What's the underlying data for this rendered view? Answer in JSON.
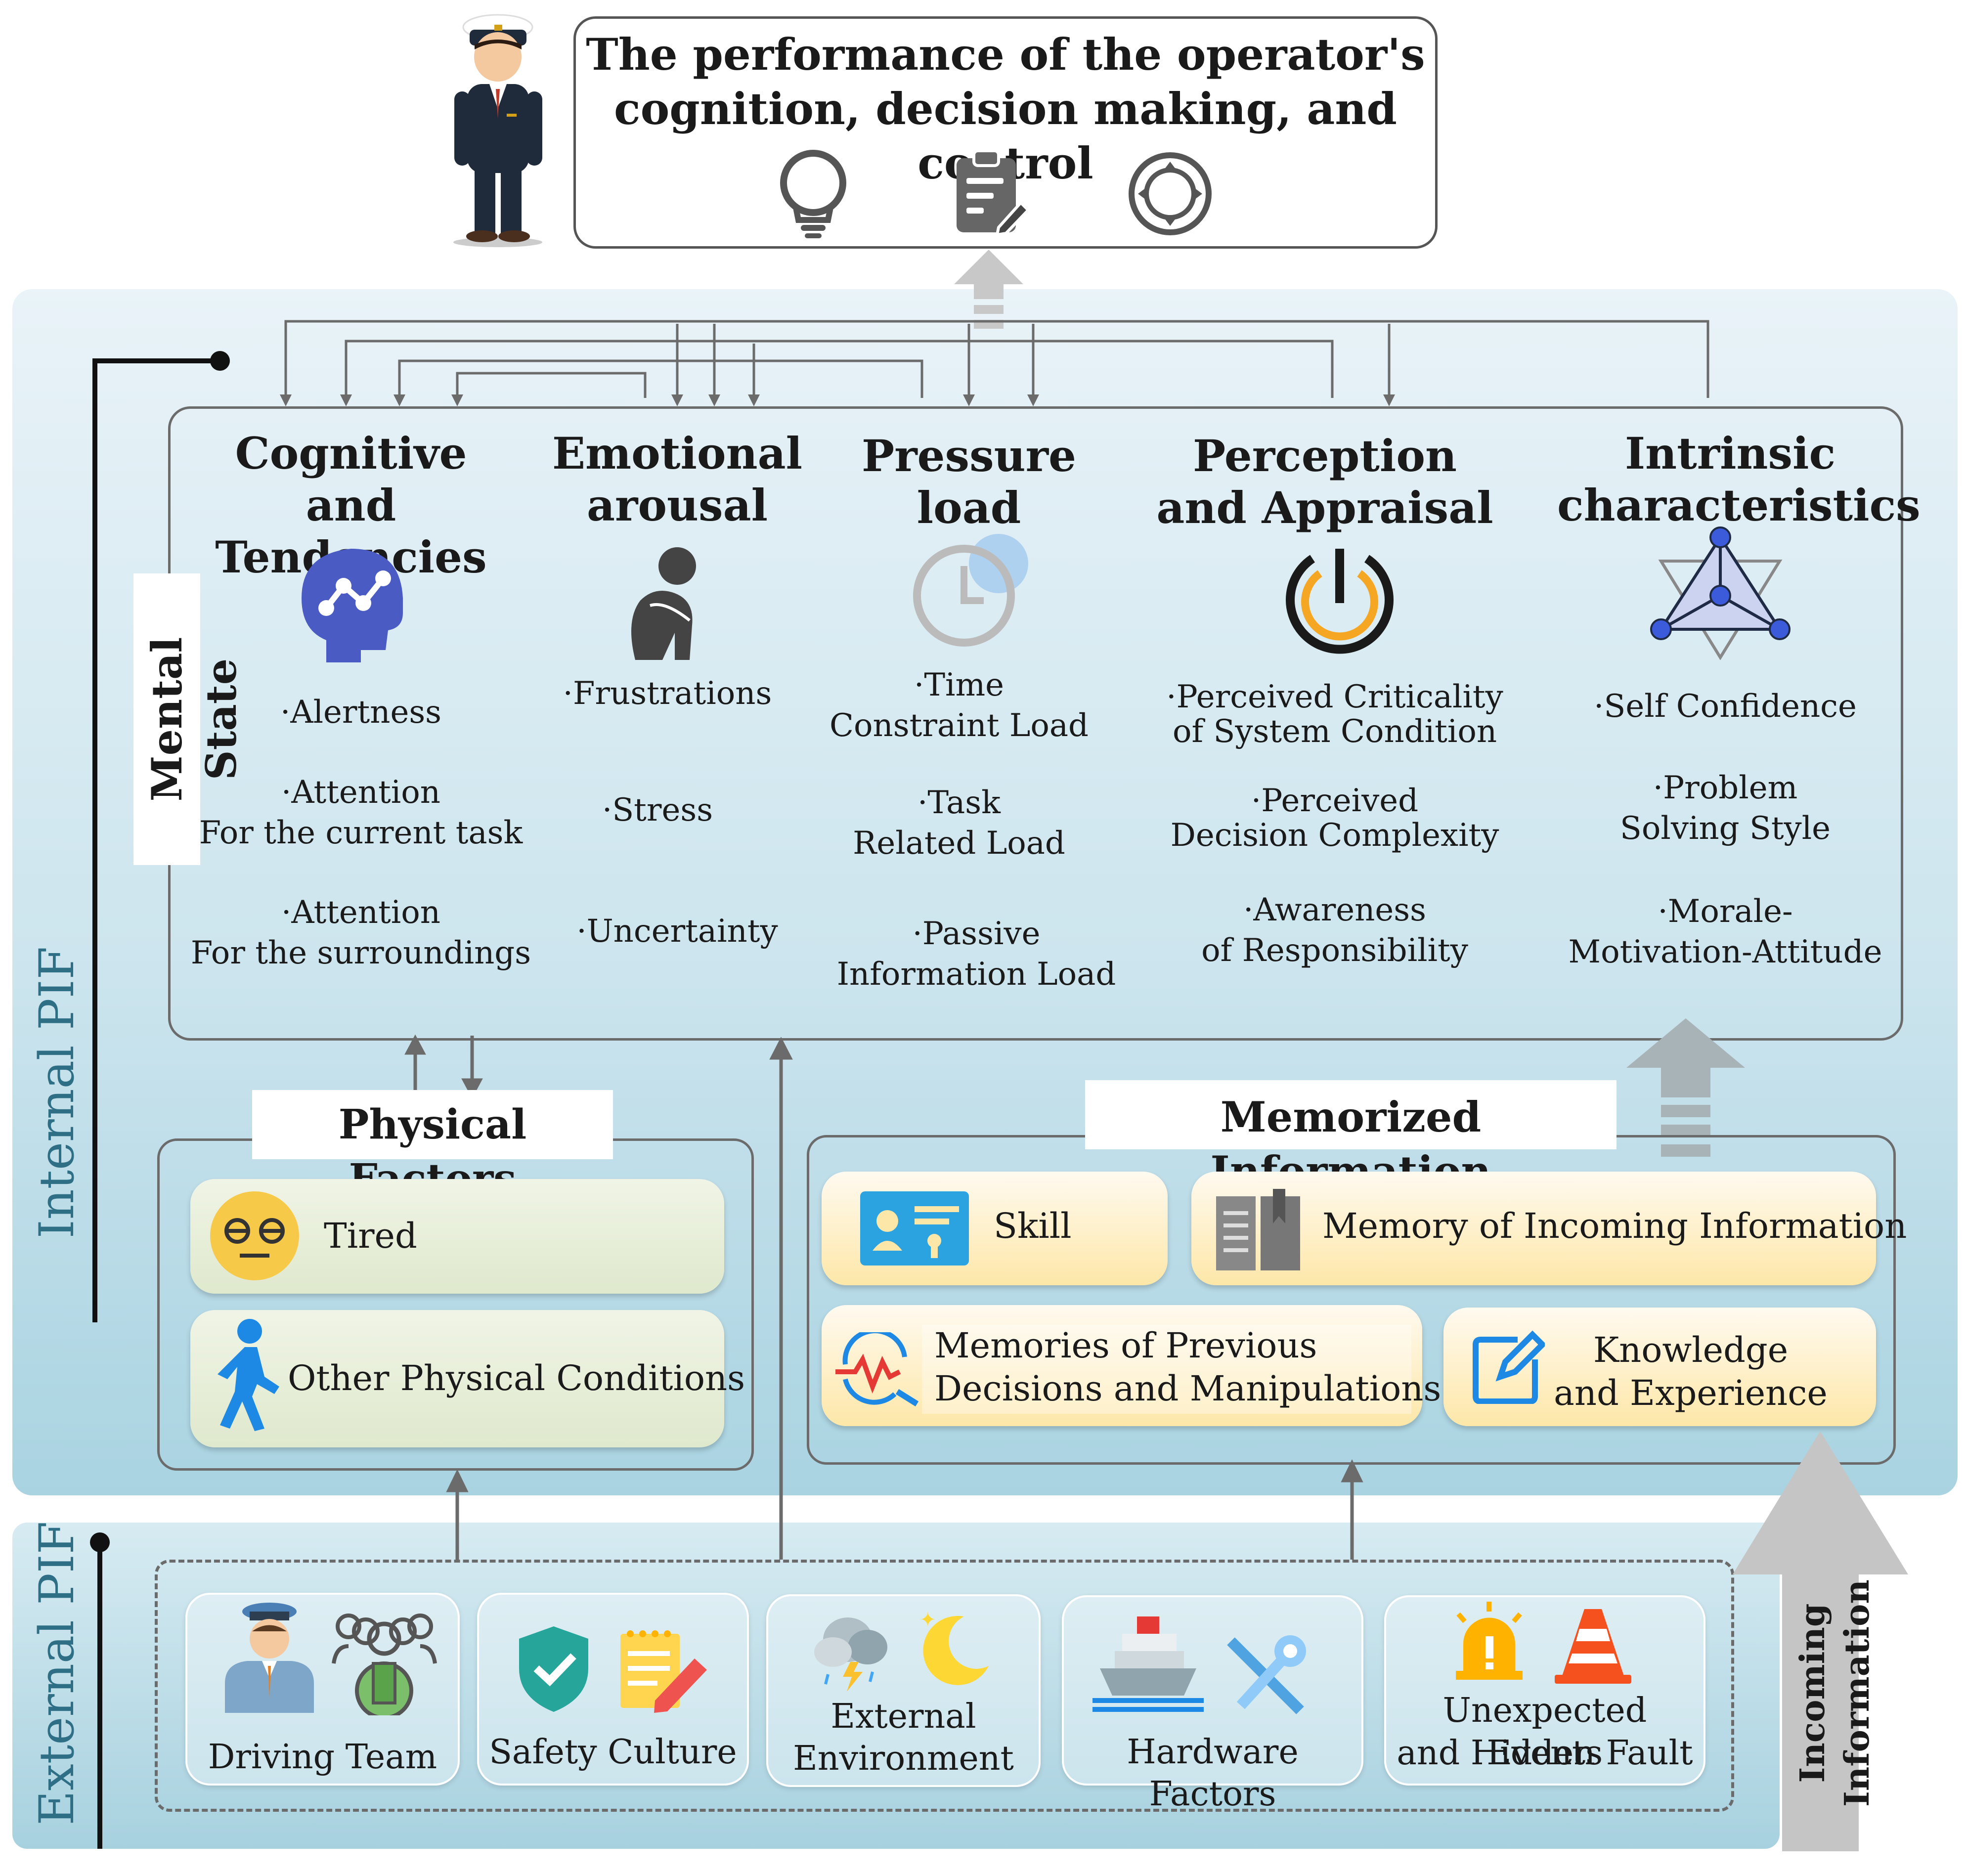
{
  "top": {
    "title_line1": "The performance of the operator's",
    "title_line2": "cognition, decision making, and control",
    "icons": [
      "lightbulb-icon",
      "clipboard-edit-icon",
      "direction-control-icon"
    ]
  },
  "internal_pif_label": "Internal PIF",
  "external_pif_label": "External PIF",
  "incoming_information_label": "Incoming Information",
  "mental_state": {
    "label": "Mental State",
    "columns": [
      {
        "title1": "Cognitive",
        "title2": "and Tendencies",
        "icon": "brain-network-icon",
        "items": [
          {
            "l1": "·Alertness",
            "l2": ""
          },
          {
            "l1": "·Attention",
            "l2": "For the current task"
          },
          {
            "l1": "·Attention",
            "l2": "For the surroundings"
          }
        ]
      },
      {
        "title1": "Emotional",
        "title2": "arousal",
        "icon": "sad-person-icon",
        "items": [
          {
            "l1": "·Frustrations",
            "l2": ""
          },
          {
            "l1": "·Stress",
            "l2": ""
          },
          {
            "l1": "·Uncertainty",
            "l2": ""
          }
        ]
      },
      {
        "title1": "Pressure",
        "title2": "load",
        "icon": "clock-icon",
        "items": [
          {
            "l1": "·Time",
            "l2": "Constraint Load"
          },
          {
            "l1": "·Task",
            "l2": "Related Load"
          },
          {
            "l1": "·Passive",
            "l2": "Information Load"
          }
        ]
      },
      {
        "title1": "Perception",
        "title2": "and Appraisal",
        "icon": "gauge-icon",
        "items": [
          {
            "l1": "·Perceived Criticality",
            "l2": "of System Condition"
          },
          {
            "l1": "·Perceived",
            "l2": "Decision Complexity"
          },
          {
            "l1": "·Awareness",
            "l2": "of Responsibility"
          }
        ]
      },
      {
        "title1": "Intrinsic",
        "title2": "characteristics",
        "icon": "network-triangle-icon",
        "items": [
          {
            "l1": "·Self Confidence",
            "l2": ""
          },
          {
            "l1": "·Problem",
            "l2": "Solving Style"
          },
          {
            "l1": "·Morale-",
            "l2": "Motivation-Attitude"
          }
        ]
      }
    ]
  },
  "physical_factors": {
    "title": "Physical Factors",
    "items": [
      {
        "label": "Tired",
        "icon": "tired-face-icon"
      },
      {
        "label": "Other Physical Conditions",
        "icon": "walking-person-icon"
      }
    ]
  },
  "memorized_information": {
    "title": "Memorized Information",
    "skill": "Skill",
    "memory_incoming": "Memory of Incoming Information",
    "memories_prev_1": "Memories of Previous",
    "memories_prev_2": "Decisions and Manipulations",
    "knowledge_1": "Knowledge",
    "knowledge_2": "and Experience"
  },
  "external": {
    "driving_team": "Driving Team",
    "safety_culture": "Safety Culture",
    "external_env_1": "External",
    "external_env_2": "Environment",
    "hardware": "Hardware Factors",
    "unexpected_1": "Unexpected Events",
    "unexpected_2": "and Hidden Fault"
  },
  "colors": {
    "panel_top": "#e6f1f7",
    "panel_bottom": "#a9d3e1",
    "label_teal": "#2f6f86",
    "brain_blue": "#4a5bc4",
    "gauge_orange": "#f5a623",
    "accent_blue": "#1e88e5"
  }
}
